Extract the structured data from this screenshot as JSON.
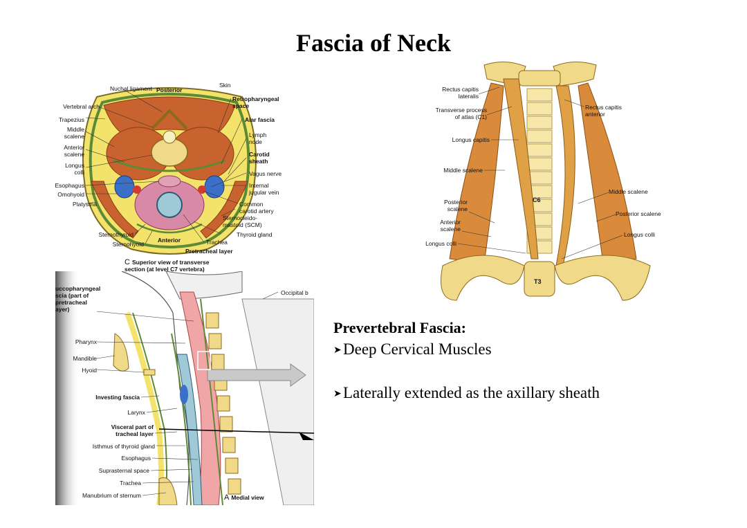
{
  "title": "Fascia of Neck",
  "figure_c": {
    "labels_left": [
      "Nuchal ligament",
      "Vertebral arch",
      "Trapezius",
      "Middle\nscalene",
      "Anterior\nscalene",
      "Longus\ncolli",
      "Esophagus",
      "Omohyoid",
      "Platysma",
      "Sternothyroid",
      "Sternohyoid"
    ],
    "label_posterior": "Posterior",
    "label_skin": "Skin",
    "labels_right": [
      "Retropharyngeal\nspace",
      "Alar fascia",
      "Lymph\nnode",
      "Carotid\nsheath",
      "Vagus nerve",
      "Internal\njugular vein",
      "Common\ncarotid artery",
      "Sternocleido-\nmastoid (SCM)",
      "Thyroid gland",
      "Trachea",
      "Pretracheal layer"
    ],
    "label_anterior": "Anterior",
    "caption_letter": "C",
    "caption": "Superior view of transverse\nsection (at level C7 vertebra)"
  },
  "figure_right": {
    "labels_left": [
      "Rectus capitis\nlateralis",
      "Transverse process\nof atlas (C1)",
      "Longus capitis",
      "Middle scalene",
      "Posterior\nscalene",
      "Anterior\nscalene",
      "Longus colli"
    ],
    "labels_right": [
      "Rectus capitis\nanterior",
      "Middle scalene",
      "Posterior scalene",
      "Longus colli"
    ],
    "vertebra_labels": [
      "C6",
      "T3"
    ]
  },
  "figure_a": {
    "labels_top_left": "uccopharyngeal\nscia (part of\npretracheal\nayer)",
    "label_occipital": "Occipital b",
    "labels_left": [
      "Pharynx",
      "Mandible",
      "Hyoid",
      "Investing fascia",
      "Larynx",
      "Visceral part of\ntracheal layer",
      "Isthmus of thyroid gland",
      "Esophagus",
      "Suprasternal space",
      "Trachea",
      "Manubrium of sternum"
    ],
    "caption_letter": "A",
    "caption": "Medial view"
  },
  "text": {
    "heading": "Prevertebral Fascia:",
    "bullets": [
      "Deep Cervical Muscles",
      "Laterally extended as the axillary sheath"
    ]
  },
  "colors": {
    "muscle": "#c8622e",
    "fascia_yellow": "#f3e36a",
    "fascia_green": "#5c8a36",
    "bone": "#f1d98a",
    "vein": "#3b6fc8",
    "artery": "#d23a32"
  }
}
